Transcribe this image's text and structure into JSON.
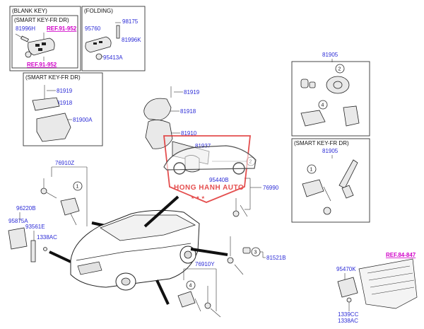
{
  "diagram": {
    "blank_key_box": {
      "title": "(BLANK KEY)",
      "sub_title": "(SMART KEY-FR DR)",
      "part_81996H": "81996H",
      "ref_top": "REF.91-952",
      "ref_bottom": "REF.91-952"
    },
    "folding_box": {
      "title": "(FOLDING)",
      "part_98175": "98175",
      "part_95760": "95760",
      "part_81996K": "81996K",
      "part_95413A": "95413A"
    },
    "smart_key_left_box": {
      "title": "(SMART KEY-FR DR)",
      "part_81919": "81919",
      "part_81918": "81918",
      "part_81900A": "81900A"
    },
    "center_assembly": {
      "part_81919": "81919",
      "part_81918": "81918",
      "part_81910": "81910",
      "part_81937": "81937",
      "part_95440B": "95440B",
      "part_76990": "76990"
    },
    "right_top_box": {
      "part_81905": "81905",
      "callout_2": "2",
      "callout_4": "4"
    },
    "right_bottom_box": {
      "title": "(SMART KEY-FR DR)",
      "part_81905": "81905",
      "callout_1": "1"
    },
    "front_door_lock": {
      "part_76910Z": "76910Z",
      "callout_1": "1"
    },
    "trunk_lock": {
      "part_96220B": "96220B",
      "part_95875A": "95875A",
      "part_93561E": "93561E",
      "part_1338AC": "1338AC"
    },
    "tailgate_lock": {
      "part_81521B": "81521B",
      "callout_3": "3"
    },
    "rear_door_lock": {
      "part_76910Y": "76910Y",
      "callout_4": "4"
    },
    "immobilizer": {
      "ref": "REF.84-847",
      "part_95470K": "95470K",
      "part_1339CC": "1339CC",
      "part_1338AC": "1338AC"
    },
    "callout_center_2": "2",
    "watermark": {
      "text": "HONG HANH AUTO",
      "stars": "★ ★ ★"
    }
  }
}
